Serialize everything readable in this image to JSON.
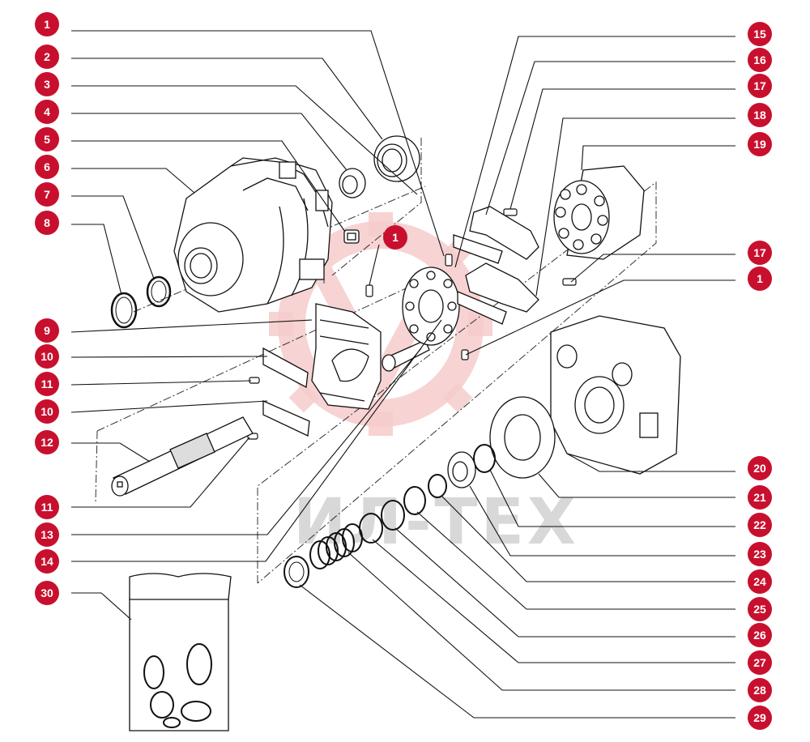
{
  "watermark": {
    "text": "ИЛ-ТЕХ",
    "color": "#f4c6c6"
  },
  "colors": {
    "badge": "#c8102e",
    "badge_text": "#ffffff",
    "line": "#111111"
  },
  "callouts": [
    {
      "label": "1"
    },
    {
      "label": "2"
    },
    {
      "label": "3"
    },
    {
      "label": "4"
    },
    {
      "label": "5"
    },
    {
      "label": "6"
    },
    {
      "label": "7"
    },
    {
      "label": "8"
    },
    {
      "label": "1"
    },
    {
      "label": "9"
    },
    {
      "label": "10"
    },
    {
      "label": "11"
    },
    {
      "label": "10"
    },
    {
      "label": "12"
    },
    {
      "label": "11"
    },
    {
      "label": "13"
    },
    {
      "label": "14"
    },
    {
      "label": "30"
    },
    {
      "label": "15"
    },
    {
      "label": "16"
    },
    {
      "label": "17"
    },
    {
      "label": "18"
    },
    {
      "label": "19"
    },
    {
      "label": "17"
    },
    {
      "label": "1"
    },
    {
      "label": "20"
    },
    {
      "label": "21"
    },
    {
      "label": "22"
    },
    {
      "label": "23"
    },
    {
      "label": "24"
    },
    {
      "label": "25"
    },
    {
      "label": "26"
    },
    {
      "label": "27"
    },
    {
      "label": "28"
    },
    {
      "label": "29"
    }
  ]
}
